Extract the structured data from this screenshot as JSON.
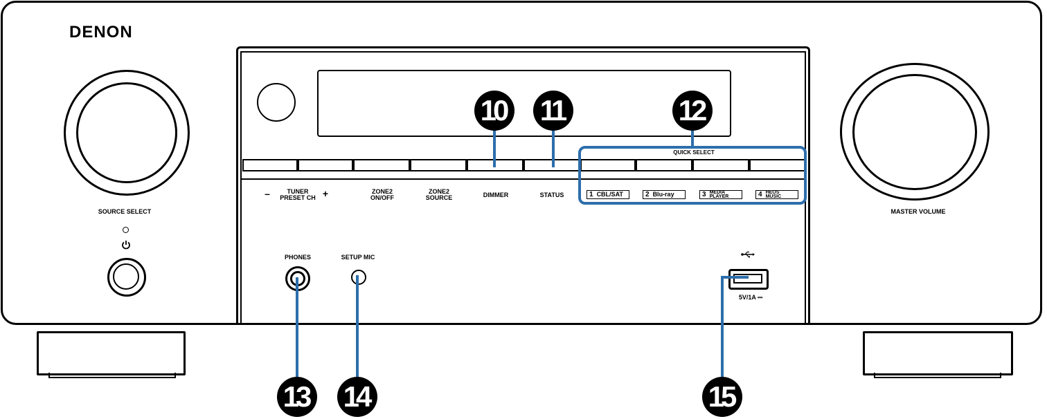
{
  "brand": "DENON",
  "labels": {
    "source_select": "SOURCE SELECT",
    "master_volume": "MASTER VOLUME",
    "tuner_preset": "TUNER\nPRESET CH",
    "minus": "–",
    "plus": "+",
    "zone2_onoff": "ZONE2\nON/OFF",
    "zone2_source": "ZONE2\nSOURCE",
    "dimmer": "DIMMER",
    "status": "STATUS",
    "quick_select": "QUICK SELECT",
    "phones": "PHONES",
    "setup_mic": "SETUP MIC",
    "usb_rating": "5V/1A ⎓"
  },
  "quick_select_buttons": [
    {
      "num": "1",
      "label": "CBL/SAT"
    },
    {
      "num": "2",
      "label": "Blu-ray"
    },
    {
      "num": "3",
      "label": "MEDIA\nPLAYER"
    },
    {
      "num": "4",
      "label": "HEOS\nMUSIC"
    }
  ],
  "callouts": [
    "10",
    "11",
    "12",
    "13",
    "14",
    "15"
  ],
  "colors": {
    "leader": "#2d6eab",
    "outline": "#000000"
  },
  "icons": [
    "power-icon",
    "standby-led-icon",
    "usb-icon"
  ]
}
